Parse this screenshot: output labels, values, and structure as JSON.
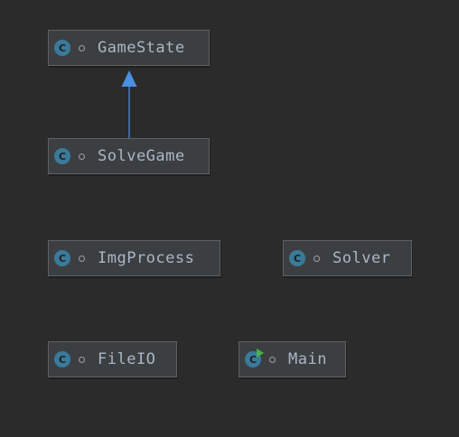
{
  "diagram": {
    "nodes": [
      {
        "id": "gamestate",
        "label": "GameState",
        "icon": "class-icon",
        "icon_letter": "C",
        "visibility_icon": "package-private-icon"
      },
      {
        "id": "solvegame",
        "label": "SolveGame",
        "icon": "class-icon",
        "icon_letter": "C",
        "visibility_icon": "package-private-icon"
      },
      {
        "id": "imgprocess",
        "label": "ImgProcess",
        "icon": "class-icon",
        "icon_letter": "C",
        "visibility_icon": "package-private-icon"
      },
      {
        "id": "solver",
        "label": "Solver",
        "icon": "class-icon",
        "icon_letter": "C",
        "visibility_icon": "package-private-icon"
      },
      {
        "id": "fileio",
        "label": "FileIO",
        "icon": "class-icon",
        "icon_letter": "C",
        "visibility_icon": "package-private-icon"
      },
      {
        "id": "main",
        "label": "Main",
        "icon": "runnable-class-icon",
        "icon_letter": "C",
        "visibility_icon": "package-private-icon"
      }
    ],
    "edges": [
      {
        "from": "solvegame",
        "to": "gamestate",
        "type": "extends"
      }
    ],
    "colors": {
      "background": "#2b2b2b",
      "node_fill": "#3c3f41",
      "node_border": "#5e6163",
      "class_icon": "#3a7a9a",
      "run_badge": "#4caf50",
      "text": "#a9b7c6",
      "inheritance_arrow": "#4a8fe0"
    }
  }
}
